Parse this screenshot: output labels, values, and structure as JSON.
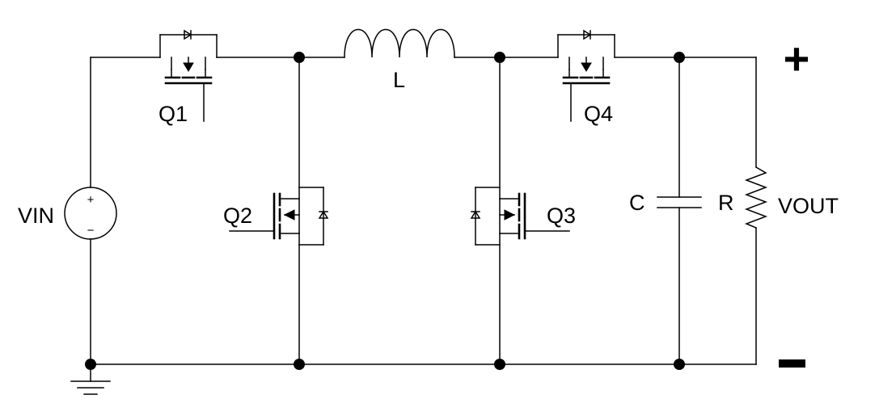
{
  "labels": {
    "q1": "Q1",
    "q2": "Q2",
    "q3": "Q3",
    "q4": "Q4",
    "inductor": "L",
    "capacitor": "C",
    "resistor": "R",
    "vin": "VIN",
    "vout": "VOUT",
    "source_plus": "+",
    "source_minus": "−"
  },
  "terminals": {
    "output_plus": "+",
    "output_minus": "−"
  }
}
